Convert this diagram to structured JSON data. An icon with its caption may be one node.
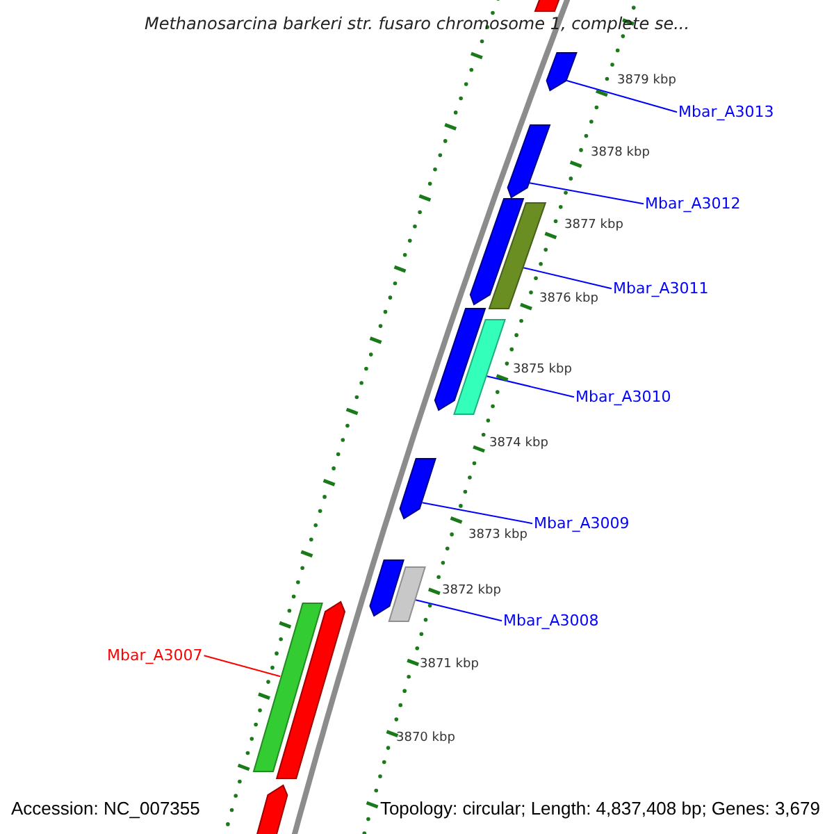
{
  "diagram": {
    "title": "Methanosarcina barkeri str. fusaro chromosome 1, complete se...",
    "nodes": [
      {
        "text": [],
        "shape": "bar"
      },
      {
        "text": [],
        "shape": "bar"
      },
      {
        "text": [
          "Mbar_A3013"
        ]
      },
      {
        "text": [],
        "shape": "bar"
      },
      {
        "text": [
          "Mbar_A3012"
        ]
      },
      {
        "text": [],
        "shape": "bar"
      },
      {
        "text": [],
        "shape": "bar"
      },
      {
        "text": [
          "Mbar_A3011"
        ]
      },
      {
        "text": [],
        "shape": "bar"
      },
      {
        "text": [],
        "shape": "bar"
      },
      {
        "text": [
          "Mbar_A3010"
        ]
      },
      {
        "text": [],
        "shape": "bar"
      },
      {
        "text": [
          "Mbar_A3009"
        ]
      },
      {
        "text": [],
        "shape": "bar"
      },
      {
        "text": [],
        "shape": "bar"
      },
      {
        "text": [],
        "shape": "bar"
      },
      {
        "text": [],
        "shape": "bar"
      },
      {
        "text": [
          "Mbar_A3008"
        ]
      },
      {
        "text": [
          "Mbar_A3007"
        ]
      },
      {
        "text": [],
        "shape": "bar"
      }
    ],
    "edges": [
      {
        "from": 2,
        "to": 1,
        "arrow": "none"
      },
      {
        "from": 4,
        "to": 3,
        "arrow": "none"
      },
      {
        "from": 7,
        "to": 6,
        "arrow": "none"
      },
      {
        "from": 10,
        "to": 9,
        "arrow": "none"
      },
      {
        "from": 12,
        "to": 11,
        "arrow": "none"
      },
      {
        "from": 17,
        "to": 14,
        "arrow": "none"
      },
      {
        "from": 18,
        "to": 15,
        "arrow": "none",
        "color": "#ff0000"
      }
    ],
    "labels": [
      "3879 kbp",
      "3878 kbp",
      "3877 kbp",
      "3876 kbp",
      "3875 kbp",
      "3874 kbp",
      "3873 kbp",
      "3872 kbp",
      "3871 kbp",
      "3870 kbp",
      "Accession: NC_007355",
      "Topology: circular; Length: 4,837,408 bp; Genes: 3,679"
    ]
  }
}
